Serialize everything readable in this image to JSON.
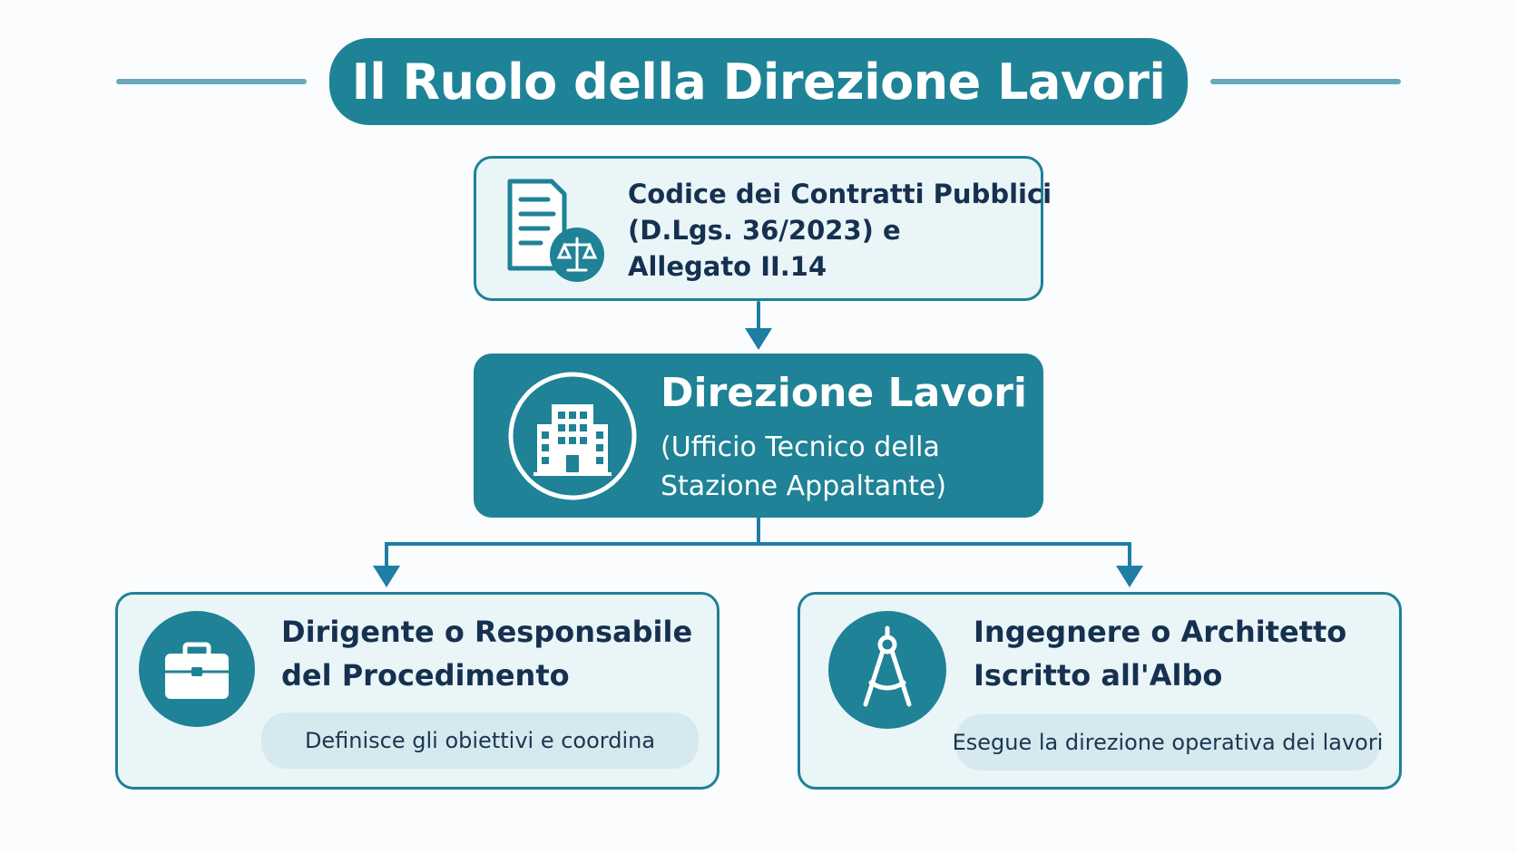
{
  "title": "Il Ruolo della Direzione Lavori",
  "source": {
    "lines": [
      "Codice dei Contratti Pubblici",
      "(D.Lgs. 36/2023) e",
      "Allegato II.14"
    ],
    "icon": "document-scale-icon"
  },
  "central": {
    "title": "Direzione Lavori",
    "subtitle_lines": [
      "(Ufficio Tecnico della",
      "Stazione Appaltante)"
    ],
    "icon": "building-icon"
  },
  "roles": [
    {
      "title_lines": [
        "Dirigente o Responsabile",
        "del Procedimento"
      ],
      "description": "Definisce gli obiettivi e coordina",
      "icon": "briefcase-icon"
    },
    {
      "title_lines": [
        "Ingegnere o Architetto",
        "Iscritto all'Albo"
      ],
      "description": "Esegue la direzione operativa dei lavori",
      "icon": "compass-icon"
    }
  ],
  "colors": {
    "primary": "#1f8296",
    "light_fill": "#eaf5f8",
    "pill_fill": "#d5e9ef",
    "text_dark": "#16314f",
    "connector": "#1e7ea4"
  }
}
